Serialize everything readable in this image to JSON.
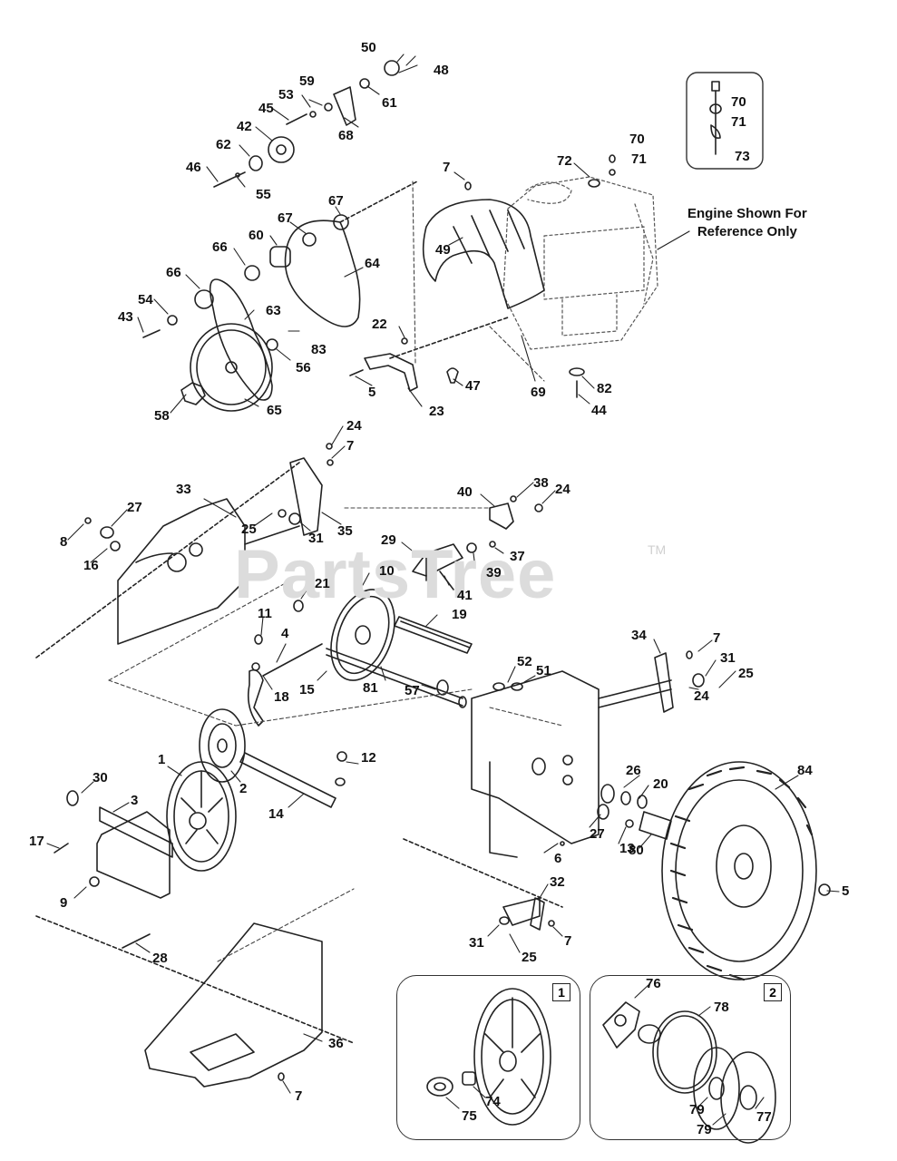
{
  "watermark": {
    "text": "PartsTree",
    "trademark": "TM"
  },
  "note": {
    "line1": "Engine Shown For",
    "line2": "Reference Only"
  },
  "insets": [
    {
      "id": "inset-1",
      "tag": "1"
    },
    {
      "id": "inset-2",
      "tag": "2"
    }
  ],
  "callouts": [
    "50",
    "48",
    "59",
    "61",
    "53",
    "45",
    "68",
    "42",
    "62",
    "46",
    "55",
    "7",
    "72",
    "70",
    "71",
    "70",
    "71",
    "73",
    "67",
    "67",
    "60",
    "66",
    "66",
    "64",
    "54",
    "43",
    "63",
    "22",
    "83",
    "56",
    "58",
    "65",
    "5",
    "23",
    "47",
    "69",
    "82",
    "44",
    "49",
    "24",
    "7",
    "33",
    "27",
    "8",
    "16",
    "25",
    "31",
    "35",
    "40",
    "38",
    "24",
    "29",
    "37",
    "39",
    "10",
    "41",
    "21",
    "19",
    "11",
    "4",
    "18",
    "15",
    "81",
    "57",
    "52",
    "51",
    "34",
    "7",
    "31",
    "25",
    "24",
    "1",
    "2",
    "12",
    "14",
    "30",
    "3",
    "17",
    "9",
    "28",
    "36",
    "7",
    "26",
    "20",
    "84",
    "27",
    "13",
    "80",
    "6",
    "5",
    "32",
    "31",
    "7",
    "25",
    "76",
    "78",
    "74",
    "75",
    "79",
    "77",
    "79"
  ]
}
